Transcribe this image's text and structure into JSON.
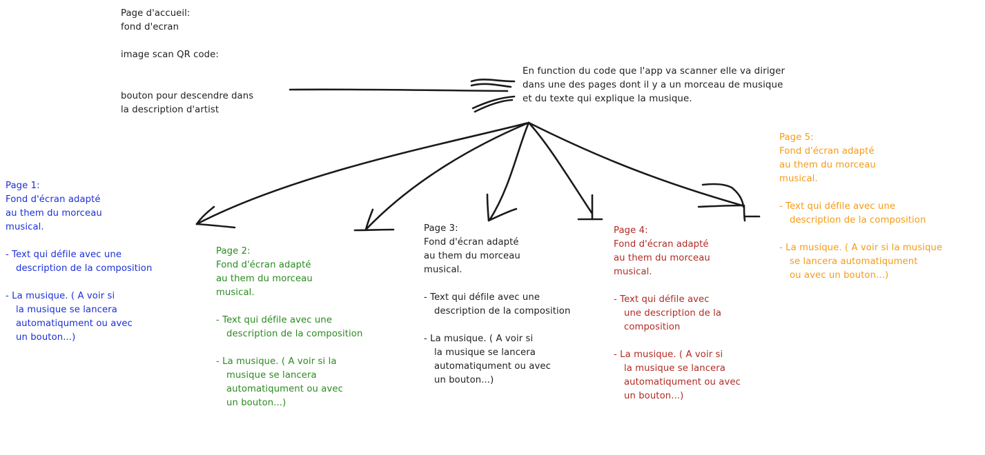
{
  "colors": {
    "ink": "#1e1e1e",
    "page1": "#1c2fd6",
    "page2": "#2a8a1e",
    "page3": "#1e1e1e",
    "page4": "#b02a22",
    "page5": "#f59a16"
  },
  "home": {
    "title": "Page d'accueil:",
    "background": "fond d'ecran",
    "qr": "image scan QR code:",
    "button_line1": "bouton pour descendre dans",
    "button_line2": "la description d'artist"
  },
  "router": {
    "line1": "En function du code que l'app va scanner elle va diriger",
    "line2": "dans une des pages dont il y a un morceau de musique",
    "line3": "et du texte qui explique la musique."
  },
  "pages": [
    {
      "title": "Page 1:",
      "desc_lines": [
        "Fond d'écran adapté",
        "au them du morceau",
        "musical."
      ],
      "bullet1_lines": [
        "- Text qui défile avec une",
        "description de la composition"
      ],
      "bullet2_lines": [
        "- La musique. ( A voir si",
        "la musique   se lancera",
        "automatiqument ou avec",
        "un bouton...)"
      ]
    },
    {
      "title": "Page 2:",
      "desc_lines": [
        "Fond d'écran adapté",
        "au them du morceau",
        "musical."
      ],
      "bullet1_lines": [
        "- Text qui défile avec une",
        "description de la composition"
      ],
      "bullet2_lines": [
        "- La musique. ( A voir si la",
        "musique se lancera",
        "automatiqument ou avec",
        "un bouton...)"
      ]
    },
    {
      "title": "Page 3:",
      "desc_lines": [
        "Fond d'écran adapté",
        "au them du morceau",
        "musical."
      ],
      "bullet1_lines": [
        "- Text qui défile avec une",
        "description de la composition"
      ],
      "bullet2_lines": [
        "- La musique. ( A voir si",
        "la musique se lancera",
        "automatiqument ou avec",
        "un bouton...)"
      ]
    },
    {
      "title": "Page 4:",
      "desc_lines": [
        "Fond d'écran adapté",
        "au them du morceau",
        "musical."
      ],
      "bullet1_lines": [
        "- Text qui défile avec",
        "une description de la",
        "composition"
      ],
      "bullet2_lines": [
        "- La musique. ( A voir si",
        "la musique se lancera",
        "automatiqument ou avec",
        "un bouton...)"
      ]
    },
    {
      "title": "Page 5:",
      "desc_lines": [
        "Fond d'écran adapté",
        "au them du morceau",
        "musical."
      ],
      "bullet1_lines": [
        "- Text qui défile avec une",
        "description de la composition"
      ],
      "bullet2_lines": [
        "- La musique. ( A voir si la musique",
        "se lancera automatiqument",
        "ou avec un bouton...)"
      ]
    }
  ]
}
